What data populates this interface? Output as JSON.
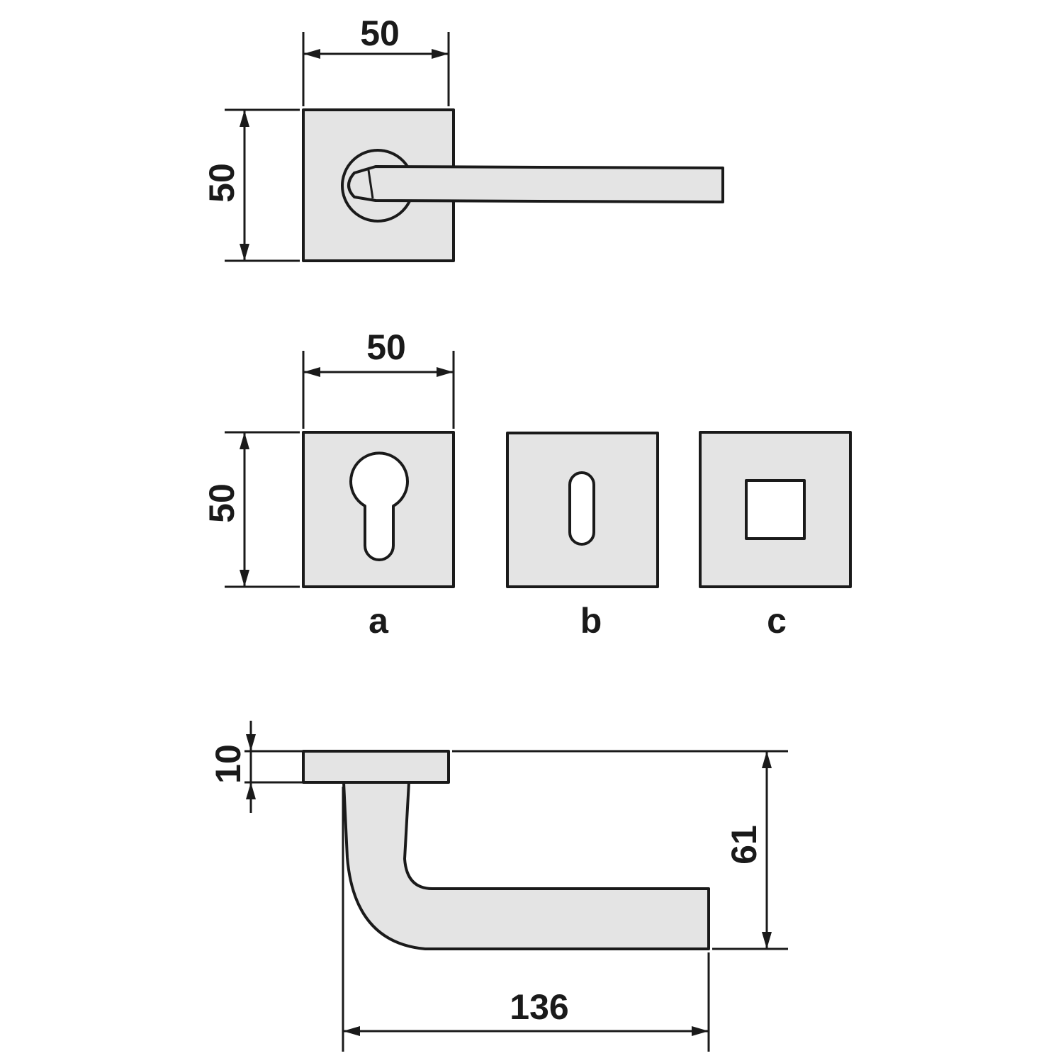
{
  "colors": {
    "line": "#1a1a1a",
    "fill": "#e4e4e4",
    "background": "#ffffff"
  },
  "dimensions": {
    "front_width": "50",
    "front_height": "50",
    "rosette_width": "50",
    "rosette_height": "50",
    "side_thickness": "10",
    "side_height": "61",
    "side_length": "136"
  },
  "variants": {
    "a": "a",
    "b": "b",
    "c": "c"
  }
}
